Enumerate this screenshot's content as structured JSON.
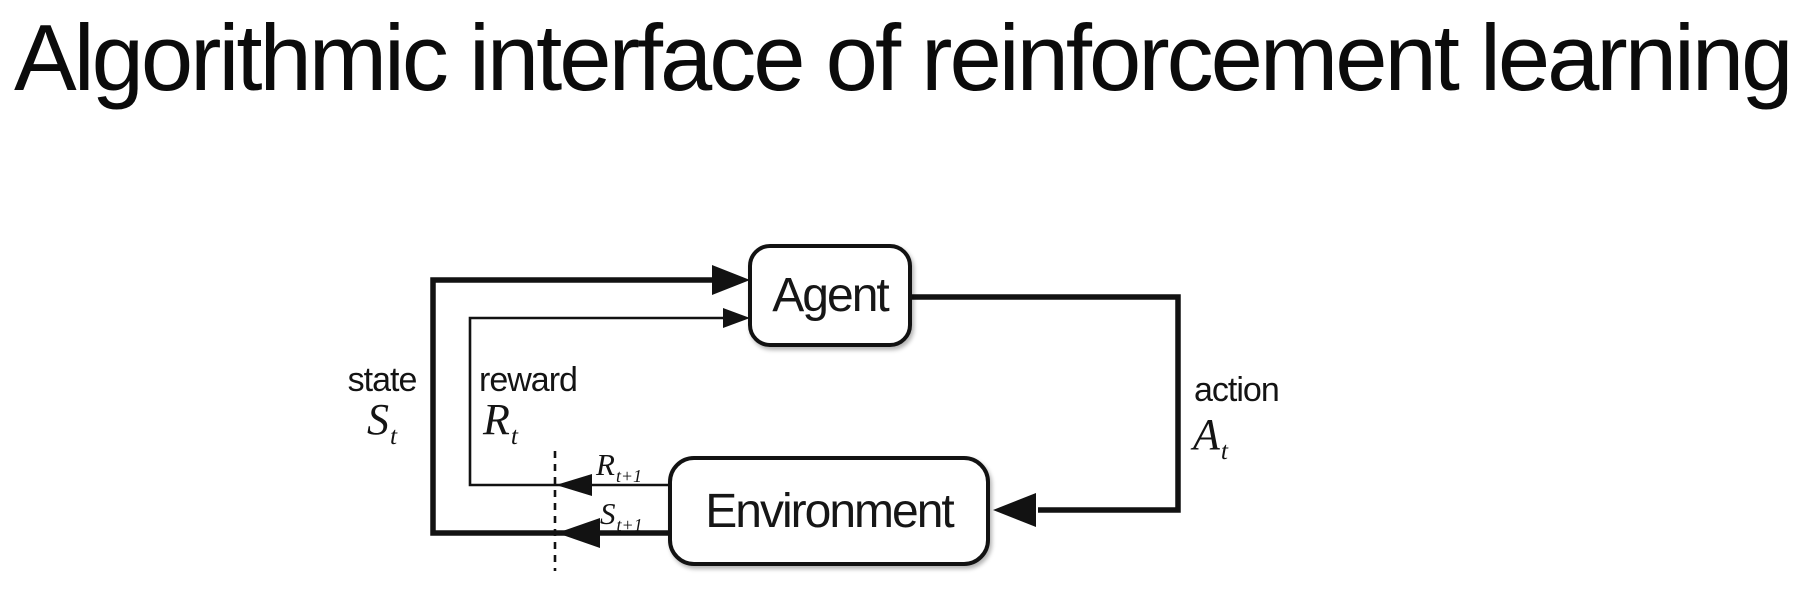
{
  "title": "Algorithmic interface of reinforcement learning",
  "diagram": {
    "agent_label": "Agent",
    "environment_label": "Environment",
    "state_label": "state",
    "state_symbol": {
      "base": "S",
      "sub": "t"
    },
    "reward_label": "reward",
    "reward_symbol": {
      "base": "R",
      "sub": "t"
    },
    "action_label": "action",
    "action_symbol": {
      "base": "A",
      "sub": "t"
    },
    "next_reward_symbol": {
      "base": "R",
      "sub": "t+1"
    },
    "next_state_symbol": {
      "base": "S",
      "sub": "t+1"
    },
    "colors": {
      "line": "#121212",
      "text": "#141414",
      "background": "#ffffff"
    }
  }
}
